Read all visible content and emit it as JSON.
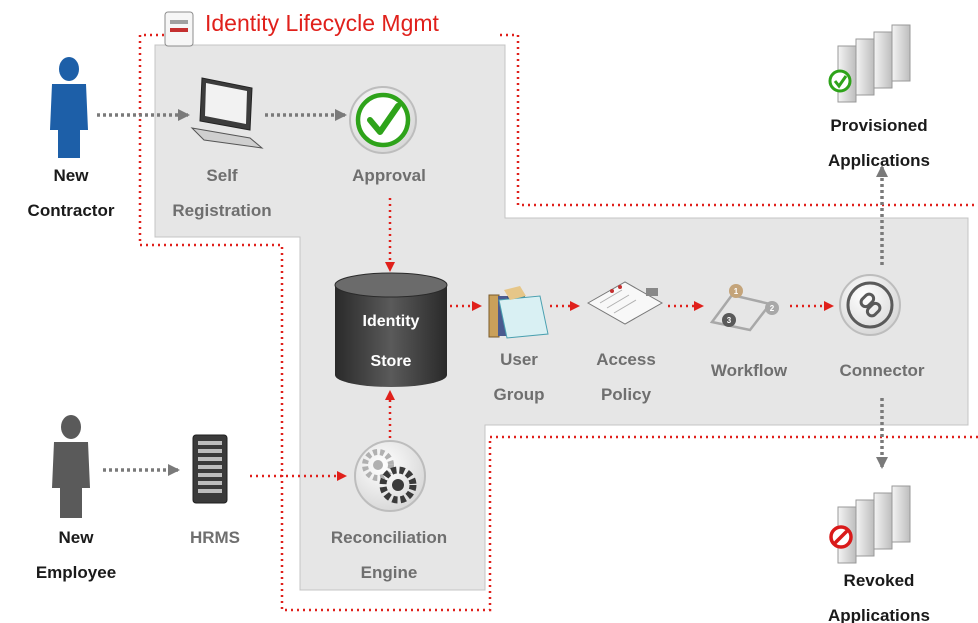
{
  "title": "Identity Lifecycle Mgmt",
  "colors": {
    "accent_red": "#e0201b",
    "dotted_grey": "#7a7a7a",
    "region_fill": "#e6e6e6",
    "store_dark": "#3a3a3a",
    "approval_green": "#2ea31a",
    "revoked_red": "#d91a1a"
  },
  "nodes": {
    "new_contractor": {
      "label_lines": [
        "New",
        "Contractor"
      ],
      "icon": "person-icon"
    },
    "self_registration": {
      "label_lines": [
        "Self",
        "Registration"
      ],
      "icon": "laptop-icon"
    },
    "approval": {
      "label_lines": [
        "Approval"
      ],
      "icon": "checkmark-icon"
    },
    "identity_store": {
      "label_lines": [
        "Identity",
        "Store"
      ],
      "icon": "database-icon"
    },
    "user_group": {
      "label_lines": [
        "User",
        "Group"
      ],
      "icon": "folder-icon"
    },
    "access_policy": {
      "label_lines": [
        "Access",
        "Policy"
      ],
      "icon": "document-icon"
    },
    "workflow": {
      "label_lines": [
        "Workflow"
      ],
      "icon": "workflow-icon",
      "steps": [
        "1",
        "2",
        "3"
      ]
    },
    "connector": {
      "label_lines": [
        "Connector"
      ],
      "icon": "chain-link-icon"
    },
    "provisioned_applications": {
      "label_lines": [
        "Provisioned",
        "Applications"
      ],
      "icon": "servers-check-icon"
    },
    "revoked_applications": {
      "label_lines": [
        "Revoked",
        "Applications"
      ],
      "icon": "servers-blocked-icon"
    },
    "new_employee": {
      "label_lines": [
        "New",
        "Employee"
      ],
      "icon": "person-icon"
    },
    "hrms": {
      "label_lines": [
        "HRMS"
      ],
      "icon": "server-rack-icon"
    },
    "reconciliation_engine": {
      "label_lines": [
        "Reconciliation",
        "Engine"
      ],
      "icon": "gears-icon"
    }
  },
  "connections": [
    {
      "from": "new_contractor",
      "to": "self_registration",
      "style": "grey-dotted"
    },
    {
      "from": "self_registration",
      "to": "approval",
      "style": "grey-dotted"
    },
    {
      "from": "approval",
      "to": "identity_store",
      "style": "red-dotted"
    },
    {
      "from": "identity_store",
      "to": "user_group",
      "style": "red-dotted"
    },
    {
      "from": "user_group",
      "to": "access_policy",
      "style": "red-dotted"
    },
    {
      "from": "access_policy",
      "to": "workflow",
      "style": "red-dotted"
    },
    {
      "from": "workflow",
      "to": "connector",
      "style": "red-dotted"
    },
    {
      "from": "connector",
      "to": "provisioned_applications",
      "style": "grey-dotted"
    },
    {
      "from": "connector",
      "to": "revoked_applications",
      "style": "grey-dotted"
    },
    {
      "from": "new_employee",
      "to": "hrms",
      "style": "grey-dotted"
    },
    {
      "from": "hrms",
      "to": "reconciliation_engine",
      "style": "red-dotted"
    },
    {
      "from": "reconciliation_engine",
      "to": "identity_store",
      "style": "red-dotted"
    }
  ]
}
